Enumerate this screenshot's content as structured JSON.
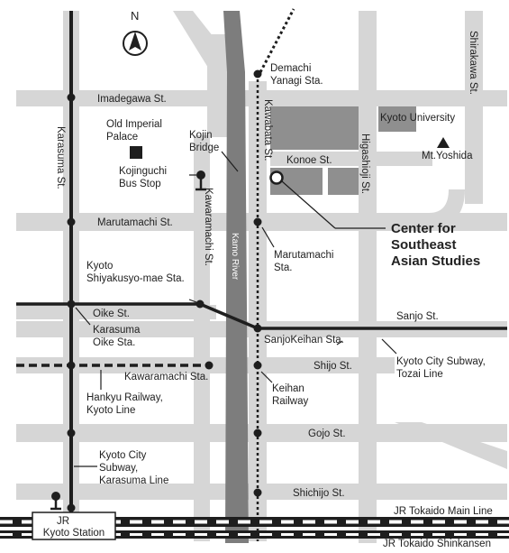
{
  "colors": {
    "background": "#ffffff",
    "road": "#d6d6d6",
    "river": "#7d7d7d",
    "campus": "#8f8f8f",
    "rail": "#1e1e1e",
    "label": "#222222"
  },
  "compass": {
    "label": "N"
  },
  "streets": {
    "imadegawa": "Imadegawa St.",
    "marutamachi": "Marutamachi St.",
    "oike": "Oike St.",
    "sanjo": "Sanjo St.",
    "shijo": "Shijo St.",
    "gojo": "Gojo St.",
    "shichijo": "Shichijo St.",
    "karasuma": "Karasuma St.",
    "kawaramachi": "Kawaramachi St.",
    "kawabata": "Kawabata St.",
    "higashioji": "Higashioji St.",
    "shirakawa": "Shirakawa St.",
    "konoe": "Konoe St."
  },
  "river": {
    "label": "Kamo River"
  },
  "stations": {
    "demachi_line1": "Demachi",
    "demachi_line2": "Yanagi Sta.",
    "marutamachi_line1": "Marutamachi",
    "marutamachi_line2": "Sta.",
    "shiyakusyo_line1": "Kyoto",
    "shiyakusyo_line2": "Shiyakusyo-mae Sta.",
    "karasuma_oike_line1": "Karasuma",
    "karasuma_oike_line2": "Oike Sta.",
    "sanjo_keihan": "SanjoKeihan Sta.",
    "kawaramachi": "Kawaramachi Sta.",
    "jr_kyoto_line1": "JR",
    "jr_kyoto_line2": "Kyoto Station"
  },
  "landmarks": {
    "palace_line1": "Old Imperial",
    "palace_line2": "Palace",
    "kojin_line1": "Kojin",
    "kojin_line2": "Bridge",
    "bus_line1": "Kojinguchi",
    "bus_line2": "Bus Stop",
    "university": "Kyoto University",
    "mt_yoshida": "Mt.Yoshida"
  },
  "lines": {
    "tozai_line1": "Kyoto City Subway,",
    "tozai_line2": "Tozai Line",
    "hankyu_line1": "Hankyu Railway,",
    "hankyu_line2": "Kyoto Line",
    "keihan_line1": "Keihan",
    "keihan_line2": "Railway",
    "karasuma_line1": "Kyoto City",
    "karasuma_line2": "Subway,",
    "karasuma_line3": "Karasuma Line",
    "jr_main": "JR Tokaido Main Line",
    "jr_shinkansen": "JR Tokaido Shinkansen"
  },
  "destination": {
    "line1": "Center for",
    "line2": "Southeast",
    "line3": "Asian Studies"
  }
}
